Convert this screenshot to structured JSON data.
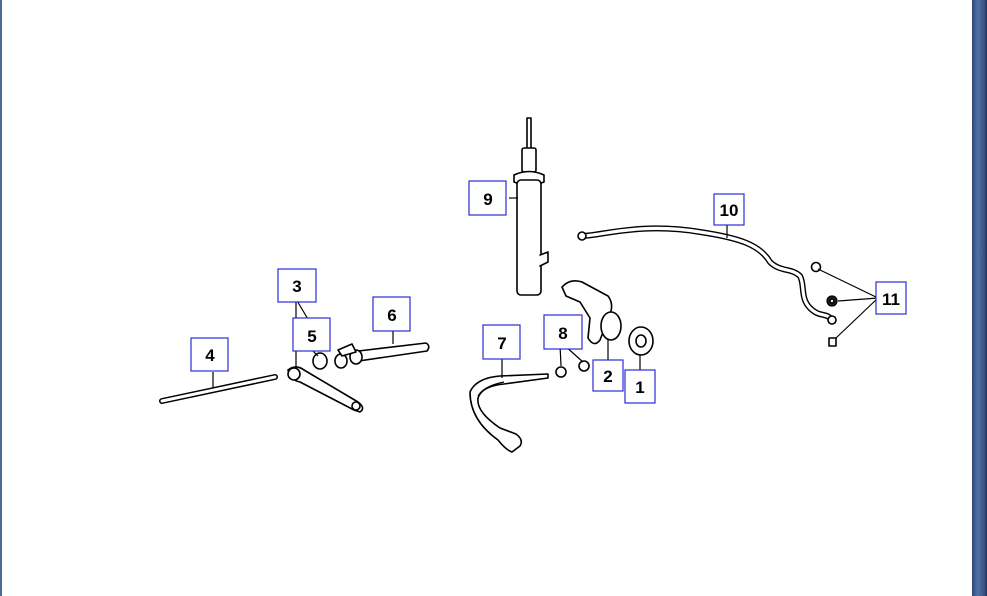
{
  "callouts": [
    {
      "id": "c1",
      "label": "1"
    },
    {
      "id": "c2",
      "label": "2"
    },
    {
      "id": "c3",
      "label": "3"
    },
    {
      "id": "c4",
      "label": "4"
    },
    {
      "id": "c5",
      "label": "5"
    },
    {
      "id": "c6",
      "label": "6"
    },
    {
      "id": "c7",
      "label": "7"
    },
    {
      "id": "c8",
      "label": "8"
    },
    {
      "id": "c9",
      "label": "9"
    },
    {
      "id": "c10",
      "label": "10"
    },
    {
      "id": "c11",
      "label": "11"
    }
  ],
  "colors": {
    "callout_border": "#2b2bd6",
    "frame": "#3d5a8c",
    "line": "#000000"
  }
}
